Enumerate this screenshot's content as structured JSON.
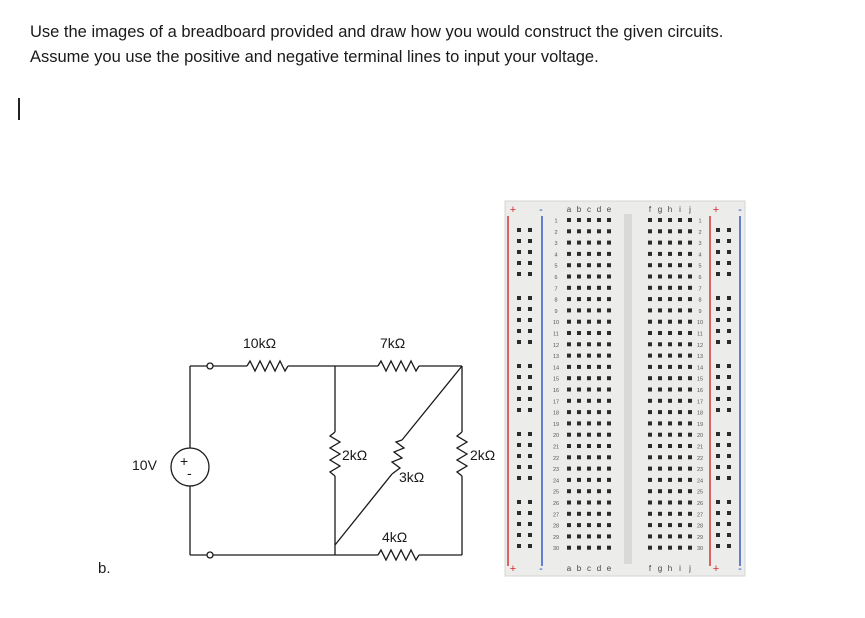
{
  "instructions": {
    "line1": "Use the images of a breadboard provided and draw how you would construct the given circuits.",
    "line2": "Assume you use the positive and negative terminal lines to input your voltage."
  },
  "part_label": "b.",
  "circuit": {
    "source": {
      "label": "10V",
      "plus": "+",
      "minus": "-"
    },
    "resistors": {
      "r_top_left": "10kΩ",
      "r_top_right": "7kΩ",
      "r_vertical_left": "2kΩ",
      "r_middle": "3kΩ",
      "r_vertical_right": "2kΩ",
      "r_bottom": "4kΩ"
    }
  },
  "breadboard": {
    "rail_plus": "+",
    "rail_minus": "-",
    "columns_left": [
      "a",
      "b",
      "c",
      "d",
      "e"
    ],
    "columns_right": [
      "f",
      "g",
      "h",
      "i",
      "j"
    ],
    "row_count": 30,
    "colors": {
      "positive_rail": "#d8282c",
      "negative_rail": "#2a4fc6",
      "board": "#ececea",
      "hole": "#2b2b2b"
    }
  }
}
